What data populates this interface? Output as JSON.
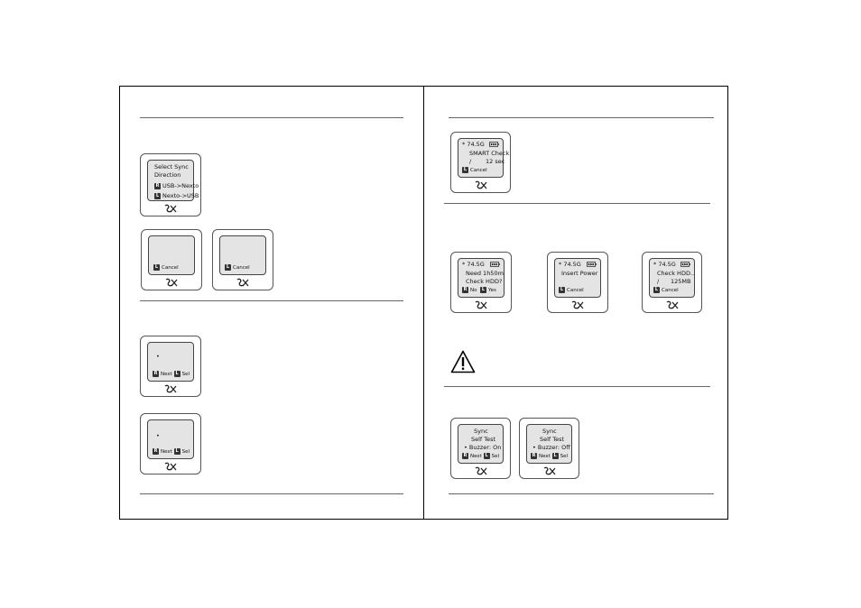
{
  "left": {
    "sync_direction": {
      "title_1": "Select Sync",
      "title_2": "Direction",
      "key_r": "R",
      "option_r": "USB->Nexto",
      "key_l": "L",
      "option_l": "Nexto->USB"
    },
    "cancel_a": {
      "key": "L",
      "label": "Cancel"
    },
    "cancel_b": {
      "key": "L",
      "label": "Cancel"
    },
    "menu_a": {
      "bullet": "•",
      "key_r": "R",
      "next": "Next",
      "key_l": "L",
      "sel": "Sel"
    },
    "menu_b": {
      "bullet": "•",
      "key_r": "R",
      "next": "Next",
      "key_l": "L",
      "sel": "Sel"
    }
  },
  "right": {
    "smart": {
      "capacity": "* 74.5G",
      "line_1": "SMART Check",
      "slash": "/",
      "time": "12 sec",
      "key": "L",
      "label": "Cancel"
    },
    "need": {
      "capacity": "* 74.5G",
      "line_1": "Need  1h50m",
      "line_2": "Check HDD?",
      "key_r": "R",
      "no": "No",
      "key_l": "L",
      "yes": "Yes"
    },
    "insert": {
      "capacity": "* 74.5G",
      "line_1": "Insert Power",
      "key": "L",
      "label": "Cancel"
    },
    "checkhdd": {
      "capacity": "* 74.5G",
      "line_1": "Check HDD..",
      "slash": "/",
      "size": "125MB",
      "key": "L",
      "label": "Cancel"
    },
    "buzzer_on": {
      "line_1": "Sync",
      "line_2": "Self Test",
      "line_3": "•  Buzzer: On",
      "key_r": "R",
      "next": "Next",
      "key_l": "L",
      "sel": "Sel"
    },
    "buzzer_off": {
      "line_1": "Sync",
      "line_2": "Self Test",
      "line_3": "•  Buzzer: Off",
      "key_r": "R",
      "next": "Next",
      "key_l": "L",
      "sel": "Sel"
    }
  },
  "icons": {
    "logo": "sx-logo-icon",
    "warning": "warning-triangle-icon",
    "battery": "battery-icon"
  }
}
